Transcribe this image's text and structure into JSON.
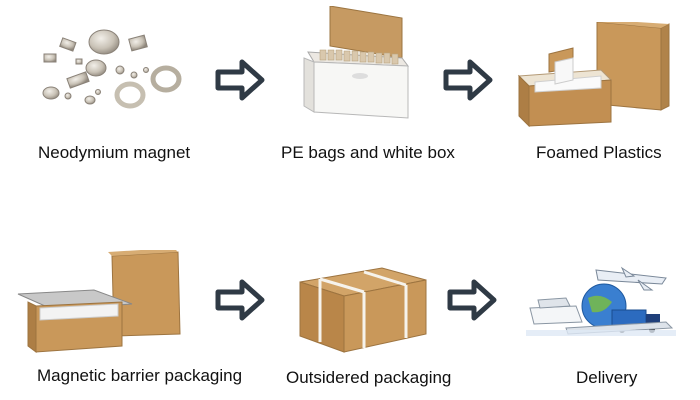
{
  "steps": [
    {
      "label": "Neodymium magnet",
      "icon": "magnets-icon"
    },
    {
      "label": "PE bags and white box",
      "icon": "white-box-icon"
    },
    {
      "label": "Foamed Plastics",
      "icon": "foam-carton-icon"
    },
    {
      "label": "Magnetic barrier packaging",
      "icon": "barrier-box-icon"
    },
    {
      "label": "Outsidered packaging",
      "icon": "strapped-carton-icon"
    },
    {
      "label": "Delivery",
      "icon": "delivery-icon"
    }
  ],
  "colors": {
    "cardboard": "#c99a5b",
    "cardboard_dark": "#a97a41",
    "arrow": "#2f3a45",
    "text": "#111111"
  }
}
